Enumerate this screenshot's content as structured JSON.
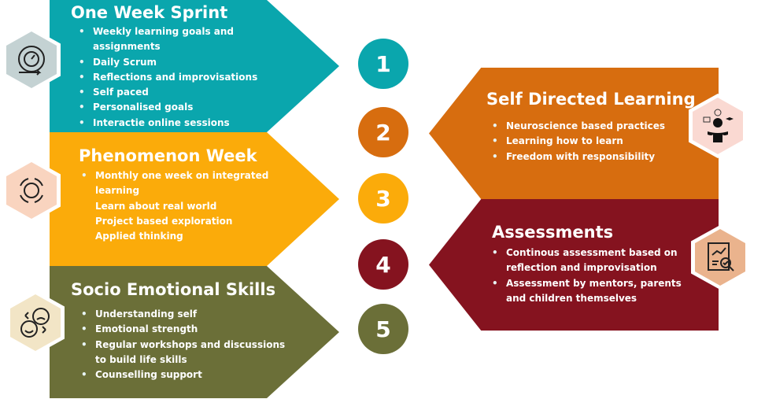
{
  "colors": {
    "teal": "#0aa6ad",
    "yellow": "#fbab0a",
    "olive": "#6b6f38",
    "orange": "#d76d0f",
    "maroon": "#85131f"
  },
  "sections": [
    {
      "number": "1",
      "title": "One Week Sprint",
      "icon": "stopwatch-cycle-icon",
      "items": [
        "Weekly learning goals and",
        "assignments",
        "Daily Scrum",
        "Reflections and improvisations",
        "Self paced",
        "Personalised goals",
        "Interactie online sessions"
      ]
    },
    {
      "number": "2",
      "title": "Self Directed Learning",
      "icon": "juggling-learner-icon",
      "items": [
        "Neuroscience based practices",
        "Learning how to learn",
        "Freedom with responsibility"
      ]
    },
    {
      "number": "3",
      "title": "Phenomenon Week",
      "icon": "brain-cycle-icon",
      "items": [
        "Monthly one week on integrated",
        "learning",
        "Learn about real world",
        "Project based exploration",
        "Applied thinking"
      ]
    },
    {
      "number": "4",
      "title": "Assessments",
      "icon": "report-magnifier-icon",
      "items": [
        "Continous assessment based on",
        "reflection and improvisation",
        "Assessment by mentors, parents",
        "and children themselves"
      ]
    },
    {
      "number": "5",
      "title": "Socio Emotional Skills",
      "icon": "emotion-faces-icon",
      "items": [
        "Understanding self",
        "Emotional strength",
        "Regular workshops and discussions",
        "to build life skills",
        "Counselling support"
      ]
    }
  ]
}
